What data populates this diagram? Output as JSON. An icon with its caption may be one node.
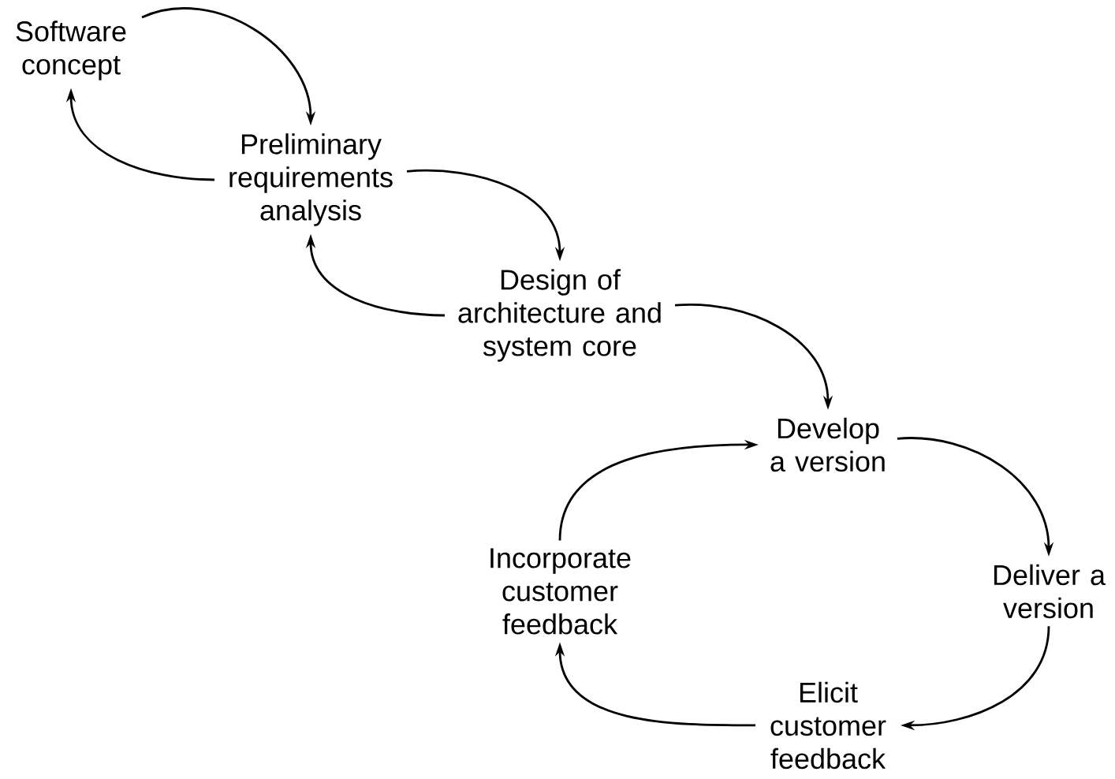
{
  "diagram": {
    "nodes": [
      {
        "text": [
          "Software concept"
        ]
      },
      {
        "text": [
          "Preliminary requirements analysis"
        ]
      },
      {
        "text": [
          "Design of architecture and system core"
        ]
      },
      {
        "text": [
          "Develop a version"
        ]
      },
      {
        "text": [
          "Deliver a version"
        ]
      },
      {
        "text": [
          "Elicit customer feedback"
        ]
      },
      {
        "text": [
          "Incorporate customer feedback"
        ]
      }
    ],
    "edges": [
      {
        "from": 0,
        "to": 1,
        "arrow": "to"
      },
      {
        "from": 1,
        "to": 0,
        "arrow": "to"
      },
      {
        "from": 1,
        "to": 2,
        "arrow": "to"
      },
      {
        "from": 2,
        "to": 1,
        "arrow": "to"
      },
      {
        "from": 2,
        "to": 3,
        "arrow": "to"
      },
      {
        "from": 3,
        "to": 4,
        "arrow": "to"
      },
      {
        "from": 4,
        "to": 5,
        "arrow": "to"
      },
      {
        "from": 5,
        "to": 6,
        "arrow": "to"
      },
      {
        "from": 6,
        "to": 3,
        "arrow": "to"
      }
    ]
  }
}
